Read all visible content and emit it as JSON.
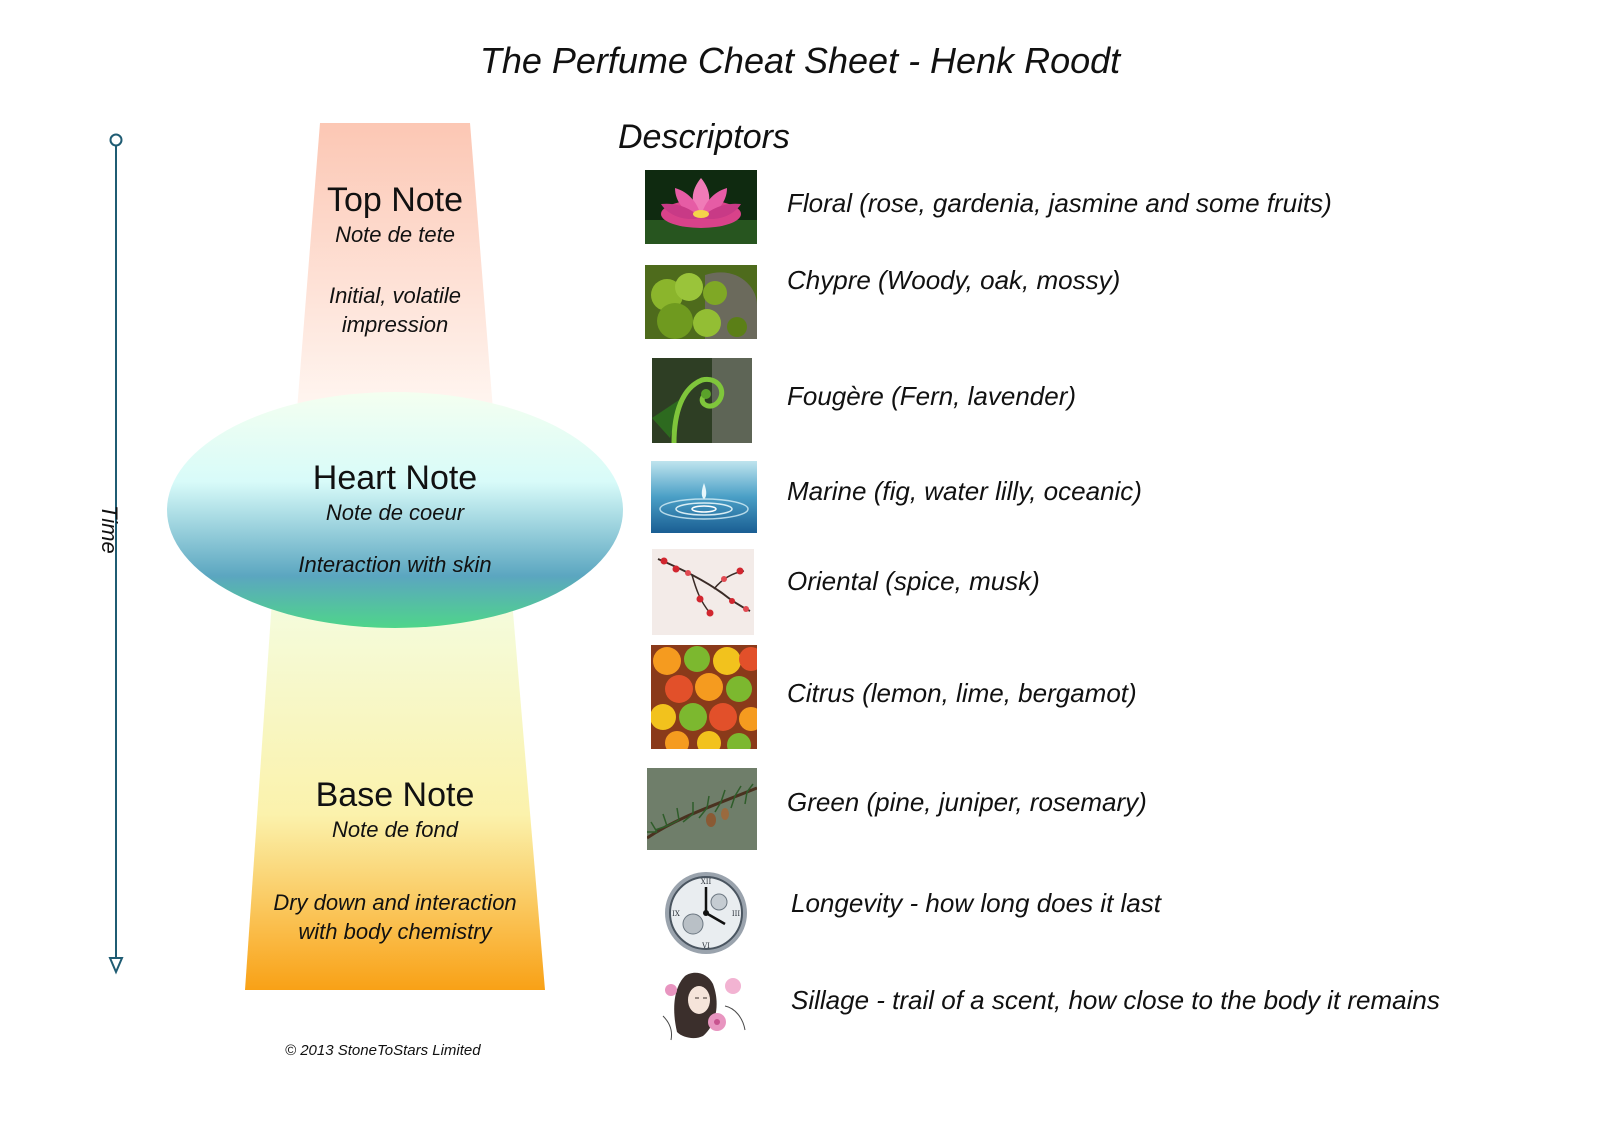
{
  "title": "The Perfume Cheat Sheet - Henk Roodt",
  "time_axis": {
    "label": "Time"
  },
  "notes": {
    "top": {
      "title": "Top Note",
      "subtitle": "Note de tete",
      "desc_line1": "Initial, volatile",
      "desc_line2": "impression"
    },
    "heart": {
      "title": "Heart Note",
      "subtitle": "Note de coeur",
      "desc": "Interaction with skin"
    },
    "base": {
      "title": "Base Note",
      "subtitle": "Note de fond",
      "desc_line1": "Dry down and interaction",
      "desc_line2": "with body chemistry"
    }
  },
  "descriptors": {
    "heading": "Descriptors",
    "items": [
      {
        "text": "Floral (rose, gardenia, jasmine and some fruits)",
        "icon": "lotus-flower-photo"
      },
      {
        "text": "Chypre (Woody, oak, mossy)",
        "icon": "moss-photo"
      },
      {
        "text": "Fougère (Fern, lavender)",
        "icon": "fern-photo"
      },
      {
        "text": "Marine (fig, water lilly, oceanic)",
        "icon": "water-drop-photo"
      },
      {
        "text": "Oriental  (spice, musk)",
        "icon": "blossom-branch-photo"
      },
      {
        "text": "Citrus (lemon, lime, bergamot)",
        "icon": "citrus-photo"
      },
      {
        "text": "Green  (pine, juniper, rosemary)",
        "icon": "pine-branch-photo"
      },
      {
        "text": "Longevity - how long does it last",
        "icon": "clock-icon"
      },
      {
        "text": "Sillage - trail of a scent, how close to the body it remains",
        "icon": "woman-flower-illustration"
      }
    ]
  },
  "copyright": "© 2013 StoneToStars Limited",
  "colors": {
    "top_gradient": [
      "#fcc7b4",
      "#fef1ea"
    ],
    "heart_gradient": [
      "#ecfff7",
      "#d9fafb",
      "#59a3bd",
      "#4fd28c"
    ],
    "base_gradient": [
      "#f4fbd9",
      "#fbf1a6",
      "#f9a116"
    ],
    "time_axis": "#1f5c73"
  }
}
